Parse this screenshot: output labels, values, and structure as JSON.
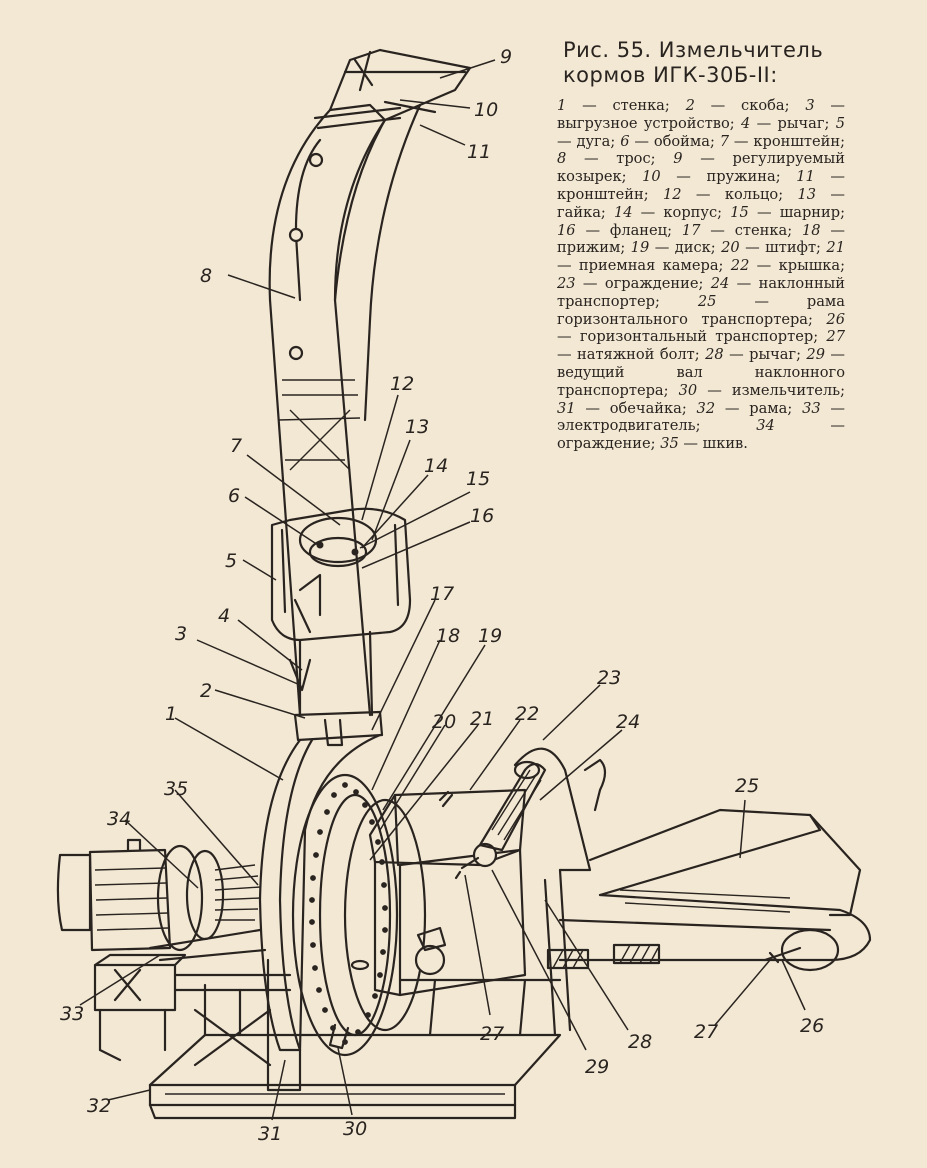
{
  "caption": {
    "line1": "Рис. 55. Измельчитель",
    "line2": "кормов ИГК-30Б-II:"
  },
  "legend": [
    {
      "n": "1",
      "t": "стенка"
    },
    {
      "n": "2",
      "t": "скоба"
    },
    {
      "n": "3",
      "t": "выгрузное устройство"
    },
    {
      "n": "4",
      "t": "рычаг"
    },
    {
      "n": "5",
      "t": "дуга"
    },
    {
      "n": "6",
      "t": "обойма"
    },
    {
      "n": "7",
      "t": "кронштейн"
    },
    {
      "n": "8",
      "t": "трос"
    },
    {
      "n": "9",
      "t": "регулируемый козырек"
    },
    {
      "n": "10",
      "t": "пружина"
    },
    {
      "n": "11",
      "t": "кронштейн"
    },
    {
      "n": "12",
      "t": "кольцо"
    },
    {
      "n": "13",
      "t": "гайка"
    },
    {
      "n": "14",
      "t": "корпус"
    },
    {
      "n": "15",
      "t": "шарнир"
    },
    {
      "n": "16",
      "t": "фланец"
    },
    {
      "n": "17",
      "t": "стенка"
    },
    {
      "n": "18",
      "t": "прижим"
    },
    {
      "n": "19",
      "t": "диск"
    },
    {
      "n": "20",
      "t": "штифт"
    },
    {
      "n": "21",
      "t": "приемная камера"
    },
    {
      "n": "22",
      "t": "крышка"
    },
    {
      "n": "23",
      "t": "ограждение"
    },
    {
      "n": "24",
      "t": "наклонный транспортер"
    },
    {
      "n": "25",
      "t": "рама горизонтального транспортера"
    },
    {
      "n": "26",
      "t": "горизонтальный транспортер"
    },
    {
      "n": "27",
      "t": "натяжной болт"
    },
    {
      "n": "28",
      "t": "рычаг"
    },
    {
      "n": "29",
      "t": "ведущий вал наклонного транспортера"
    },
    {
      "n": "30",
      "t": "измельчитель"
    },
    {
      "n": "31",
      "t": "обечайка"
    },
    {
      "n": "32",
      "t": "рама"
    },
    {
      "n": "33",
      "t": "электродвигатель"
    },
    {
      "n": "34",
      "t": "ограждение"
    },
    {
      "n": "35",
      "t": "шкив"
    }
  ],
  "callouts": [
    "9",
    "10",
    "11",
    "8",
    "12",
    "13",
    "7",
    "14",
    "15",
    "6",
    "16",
    "5",
    "17",
    "4",
    "18",
    "19",
    "3",
    "2",
    "23",
    "22",
    "20",
    "21",
    "24",
    "1",
    "25",
    "35",
    "34",
    "33",
    "27",
    "27",
    "26",
    "28",
    "29",
    "32",
    "31",
    "30"
  ]
}
